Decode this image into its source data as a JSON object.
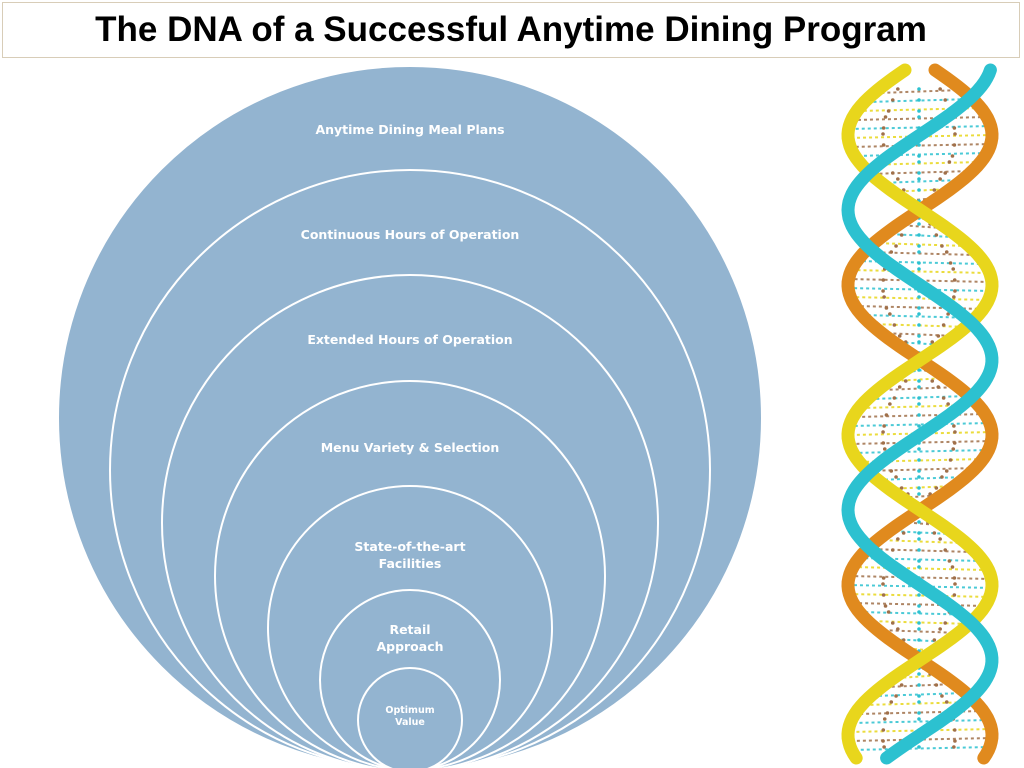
{
  "title": "The DNA of a Successful Anytime Dining Program",
  "colors": {
    "circle_fill": "#93b4d0",
    "circle_stroke": "#ffffff",
    "label_text": "#ffffff",
    "dna_orange": "#e08a1e",
    "dna_yellow": "#e8d61c",
    "dna_cyan": "#2cc1d0",
    "dna_brown": "#a0704a"
  },
  "rings": [
    {
      "label_lines": [
        "Anytime Dining Meal Plans"
      ]
    },
    {
      "label_lines": [
        "Continuous Hours of Operation"
      ]
    },
    {
      "label_lines": [
        "Extended Hours of Operation"
      ]
    },
    {
      "label_lines": [
        "Menu Variety & Selection"
      ]
    },
    {
      "label_lines": [
        "State-of-the-art",
        "Facilities"
      ]
    },
    {
      "label_lines": [
        "Retail",
        "Approach"
      ]
    },
    {
      "label_lines": [
        "Optimum",
        "Value"
      ]
    }
  ],
  "dna_image": {
    "icon": "dna-double-helix-icon"
  }
}
